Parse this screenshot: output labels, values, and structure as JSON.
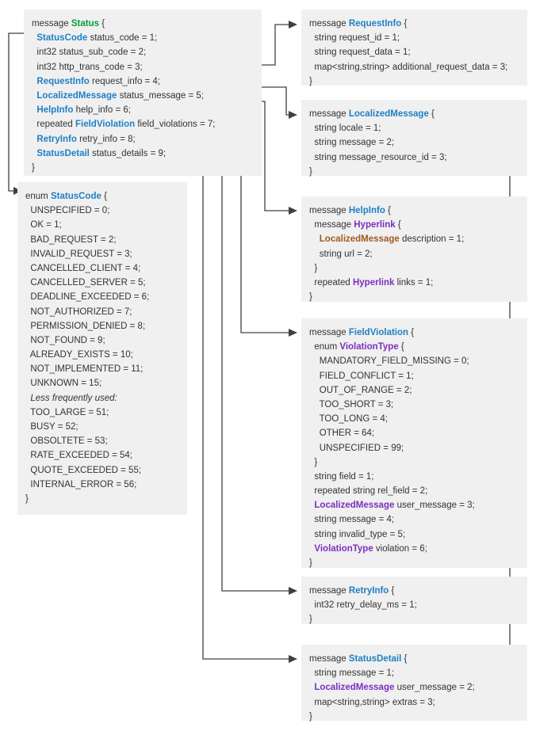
{
  "diagram": {
    "title": "Protobuf Status message schema relationships",
    "colors": {
      "box_bg": "#f0f0f0",
      "text": "#333333",
      "type_green": "#00a13a",
      "type_blue": "#1f7fc4",
      "type_purple": "#7b2fbe",
      "type_brown": "#a05a1e",
      "connector": "#404040"
    }
  },
  "boxes": {
    "status": {
      "name": "Status",
      "lines": [
        [
          {
            "t": "message ",
            "c": "plain"
          },
          {
            "t": "Status",
            "c": "green"
          },
          {
            "t": " {",
            "c": "plain"
          }
        ],
        [
          {
            "t": "  ",
            "c": "plain"
          },
          {
            "t": "StatusCode",
            "c": "blue"
          },
          {
            "t": " status_code = 1;",
            "c": "plain"
          }
        ],
        [
          {
            "t": "  int32 status_sub_code = 2;",
            "c": "plain"
          }
        ],
        [
          {
            "t": "  int32 http_trans_code = 3;",
            "c": "plain"
          }
        ],
        [
          {
            "t": "  ",
            "c": "plain"
          },
          {
            "t": "RequestInfo",
            "c": "blue"
          },
          {
            "t": " request_info = 4;",
            "c": "plain"
          }
        ],
        [
          {
            "t": "  ",
            "c": "plain"
          },
          {
            "t": "LocalizedMessage",
            "c": "blue"
          },
          {
            "t": " status_message = 5;",
            "c": "plain"
          }
        ],
        [
          {
            "t": "  ",
            "c": "plain"
          },
          {
            "t": "HelpInfo",
            "c": "blue"
          },
          {
            "t": " help_info = 6;",
            "c": "plain"
          }
        ],
        [
          {
            "t": "  repeated ",
            "c": "plain"
          },
          {
            "t": "FieldViolation",
            "c": "blue"
          },
          {
            "t": " field_violations = 7;",
            "c": "plain"
          }
        ],
        [
          {
            "t": "  ",
            "c": "plain"
          },
          {
            "t": "RetryInfo",
            "c": "blue"
          },
          {
            "t": " retry_info = 8;",
            "c": "plain"
          }
        ],
        [
          {
            "t": "  ",
            "c": "plain"
          },
          {
            "t": "StatusDetail",
            "c": "blue"
          },
          {
            "t": " status_details = 9;",
            "c": "plain"
          }
        ],
        [
          {
            "t": "}",
            "c": "plain"
          }
        ]
      ]
    },
    "status_code_enum": {
      "name": "StatusCode",
      "lines": [
        [
          {
            "t": "enum ",
            "c": "plain"
          },
          {
            "t": "StatusCode",
            "c": "blue"
          },
          {
            "t": " {",
            "c": "plain"
          }
        ],
        [
          {
            "t": "  UNSPECIFIED = 0;",
            "c": "plain"
          }
        ],
        [
          {
            "t": "  OK = 1;",
            "c": "plain"
          }
        ],
        [
          {
            "t": "  BAD_REQUEST = 2;",
            "c": "plain"
          }
        ],
        [
          {
            "t": "  INVALID_REQUEST = 3;",
            "c": "plain"
          }
        ],
        [
          {
            "t": "  CANCELLED_CLIENT = 4;",
            "c": "plain"
          }
        ],
        [
          {
            "t": "  CANCELLED_SERVER = 5;",
            "c": "plain"
          }
        ],
        [
          {
            "t": "  DEADLINE_EXCEEDED = 6;",
            "c": "plain"
          }
        ],
        [
          {
            "t": "  NOT_AUTHORIZED = 7;",
            "c": "plain"
          }
        ],
        [
          {
            "t": "  PERMISSION_DENIED = 8;",
            "c": "plain"
          }
        ],
        [
          {
            "t": "  NOT_FOUND = 9;",
            "c": "plain"
          }
        ],
        [
          {
            "t": "  ALREADY_EXISTS = 10;",
            "c": "plain"
          }
        ],
        [
          {
            "t": "  NOT_IMPLEMENTED = 11;",
            "c": "plain"
          }
        ],
        [
          {
            "t": "  UNKNOWN = 15;",
            "c": "plain"
          }
        ],
        [
          {
            "t": "  ",
            "c": "plain"
          },
          {
            "t": "Less frequently used:",
            "c": "italic"
          }
        ],
        [
          {
            "t": "  TOO_LARGE = 51;",
            "c": "plain"
          }
        ],
        [
          {
            "t": "  BUSY = 52;",
            "c": "plain"
          }
        ],
        [
          {
            "t": "  OBSOLTETE = 53;",
            "c": "plain"
          }
        ],
        [
          {
            "t": "  RATE_EXCEEDED = 54;",
            "c": "plain"
          }
        ],
        [
          {
            "t": "  QUOTE_EXCEEDED = 55;",
            "c": "plain"
          }
        ],
        [
          {
            "t": "  INTERNAL_ERROR = 56;",
            "c": "plain"
          }
        ],
        [
          {
            "t": "}",
            "c": "plain"
          }
        ]
      ]
    },
    "request_info": {
      "name": "RequestInfo",
      "lines": [
        [
          {
            "t": "message ",
            "c": "plain"
          },
          {
            "t": "RequestInfo",
            "c": "blue"
          },
          {
            "t": " {",
            "c": "plain"
          }
        ],
        [
          {
            "t": "  string request_id = 1;",
            "c": "plain"
          }
        ],
        [
          {
            "t": "  string request_data = 1;",
            "c": "plain"
          }
        ],
        [
          {
            "t": "  map<string,string> additional_request_data = 3;",
            "c": "plain"
          }
        ],
        [
          {
            "t": "}",
            "c": "plain"
          }
        ]
      ]
    },
    "localized_message": {
      "name": "LocalizedMessage",
      "lines": [
        [
          {
            "t": "message ",
            "c": "plain"
          },
          {
            "t": "LocalizedMessage",
            "c": "blue"
          },
          {
            "t": " {",
            "c": "plain"
          }
        ],
        [
          {
            "t": "  string locale = 1;",
            "c": "plain"
          }
        ],
        [
          {
            "t": "  string message = 2;",
            "c": "plain"
          }
        ],
        [
          {
            "t": "  string message_resource_id = 3;",
            "c": "plain"
          }
        ],
        [
          {
            "t": "}",
            "c": "plain"
          }
        ]
      ]
    },
    "help_info": {
      "name": "HelpInfo",
      "lines": [
        [
          {
            "t": "message ",
            "c": "plain"
          },
          {
            "t": "HelpInfo",
            "c": "blue"
          },
          {
            "t": " {",
            "c": "plain"
          }
        ],
        [
          {
            "t": "  message ",
            "c": "plain"
          },
          {
            "t": "Hyperlink",
            "c": "purple"
          },
          {
            "t": " {",
            "c": "plain"
          }
        ],
        [
          {
            "t": "    ",
            "c": "plain"
          },
          {
            "t": "LocalizedMessage",
            "c": "brown"
          },
          {
            "t": " description = 1;",
            "c": "plain"
          }
        ],
        [
          {
            "t": "    string url = 2;",
            "c": "plain"
          }
        ],
        [
          {
            "t": "  }",
            "c": "plain"
          }
        ],
        [
          {
            "t": "  repeated ",
            "c": "plain"
          },
          {
            "t": "Hyperlink",
            "c": "purple"
          },
          {
            "t": " links = 1;",
            "c": "plain"
          }
        ],
        [
          {
            "t": "}",
            "c": "plain"
          }
        ]
      ]
    },
    "field_violation": {
      "name": "FieldViolation",
      "lines": [
        [
          {
            "t": "message ",
            "c": "plain"
          },
          {
            "t": "FieldViolation",
            "c": "blue"
          },
          {
            "t": " {",
            "c": "plain"
          }
        ],
        [
          {
            "t": "  enum ",
            "c": "plain"
          },
          {
            "t": "ViolationType",
            "c": "purple"
          },
          {
            "t": " {",
            "c": "plain"
          }
        ],
        [
          {
            "t": "    MANDATORY_FIELD_MISSING = 0;",
            "c": "plain"
          }
        ],
        [
          {
            "t": "    FIELD_CONFLICT = 1;",
            "c": "plain"
          }
        ],
        [
          {
            "t": "    OUT_OF_RANGE = 2;",
            "c": "plain"
          }
        ],
        [
          {
            "t": "    TOO_SHORT = 3;",
            "c": "plain"
          }
        ],
        [
          {
            "t": "    TOO_LONG = 4;",
            "c": "plain"
          }
        ],
        [
          {
            "t": "    OTHER = 64;",
            "c": "plain"
          }
        ],
        [
          {
            "t": "    UNSPECIFIED = 99;",
            "c": "plain"
          }
        ],
        [
          {
            "t": "  }",
            "c": "plain"
          }
        ],
        [
          {
            "t": "  string field = 1;",
            "c": "plain"
          }
        ],
        [
          {
            "t": "  repeated string rel_field = 2;",
            "c": "plain"
          }
        ],
        [
          {
            "t": "  ",
            "c": "plain"
          },
          {
            "t": "LocalizedMessage",
            "c": "purple"
          },
          {
            "t": " user_message = 3;",
            "c": "plain"
          }
        ],
        [
          {
            "t": "  string message = 4;",
            "c": "plain"
          }
        ],
        [
          {
            "t": "  string invalid_type = 5;",
            "c": "plain"
          }
        ],
        [
          {
            "t": "  ",
            "c": "plain"
          },
          {
            "t": "ViolationType",
            "c": "purple"
          },
          {
            "t": " violation = 6;",
            "c": "plain"
          }
        ],
        [
          {
            "t": "}",
            "c": "plain"
          }
        ]
      ]
    },
    "retry_info": {
      "name": "RetryInfo",
      "lines": [
        [
          {
            "t": "message ",
            "c": "plain"
          },
          {
            "t": "RetryInfo",
            "c": "blue"
          },
          {
            "t": " {",
            "c": "plain"
          }
        ],
        [
          {
            "t": "  int32 retry_delay_ms = 1;",
            "c": "plain"
          }
        ],
        [
          {
            "t": "}",
            "c": "plain"
          }
        ]
      ]
    },
    "status_detail": {
      "name": "StatusDetail",
      "lines": [
        [
          {
            "t": "message ",
            "c": "plain"
          },
          {
            "t": "StatusDetail",
            "c": "blue"
          },
          {
            "t": " {",
            "c": "plain"
          }
        ],
        [
          {
            "t": "  string message = 1;",
            "c": "plain"
          }
        ],
        [
          {
            "t": "  ",
            "c": "plain"
          },
          {
            "t": "LocalizedMessage",
            "c": "purple"
          },
          {
            "t": " user_message = 2;",
            "c": "plain"
          }
        ],
        [
          {
            "t": "  map<string,string> extras = 3;",
            "c": "plain"
          }
        ],
        [
          {
            "t": "}",
            "c": "plain"
          }
        ]
      ]
    }
  },
  "connectors": [
    {
      "from": "status.status_code",
      "to": "status_code_enum"
    },
    {
      "from": "status.request_info",
      "to": "request_info"
    },
    {
      "from": "status.status_message",
      "to": "localized_message"
    },
    {
      "from": "status.help_info",
      "to": "help_info"
    },
    {
      "from": "status.field_violations",
      "to": "field_violation"
    },
    {
      "from": "status.retry_info",
      "to": "retry_info"
    },
    {
      "from": "status.status_details",
      "to": "status_detail"
    },
    {
      "from": "help_info.description",
      "to": "localized_message"
    },
    {
      "from": "field_violation.user_message",
      "to": "localized_message"
    },
    {
      "from": "status_detail.user_message",
      "to": "localized_message"
    }
  ]
}
